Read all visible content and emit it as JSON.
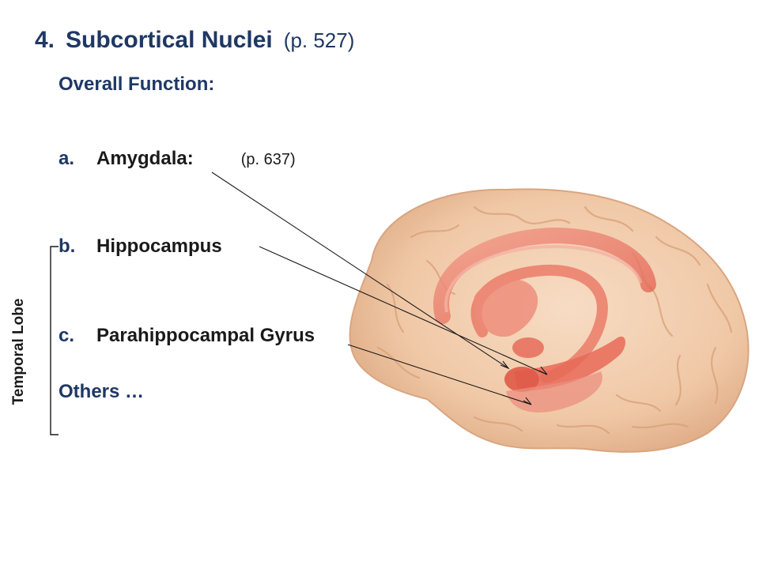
{
  "slide": {
    "number": "4.",
    "title": "Subcortical Nuclei",
    "page_ref": "(p. 527)",
    "overall_function": "Overall Function:",
    "items": [
      {
        "letter": "a.",
        "label": "Amygdala",
        "suffix": ":",
        "ref": "(p. 637)"
      },
      {
        "letter": "b.",
        "label": "Hippocampus"
      },
      {
        "letter": "c.",
        "label": "Parahippocampal Gyrus"
      }
    ],
    "others": "Others …",
    "bracket_label": "Temporal Lobe"
  },
  "colors": {
    "heading": "#1f3864",
    "text": "#1a1a1a",
    "brain_tissue": "#f1cdb0",
    "limbic_structures": "#e87564"
  }
}
